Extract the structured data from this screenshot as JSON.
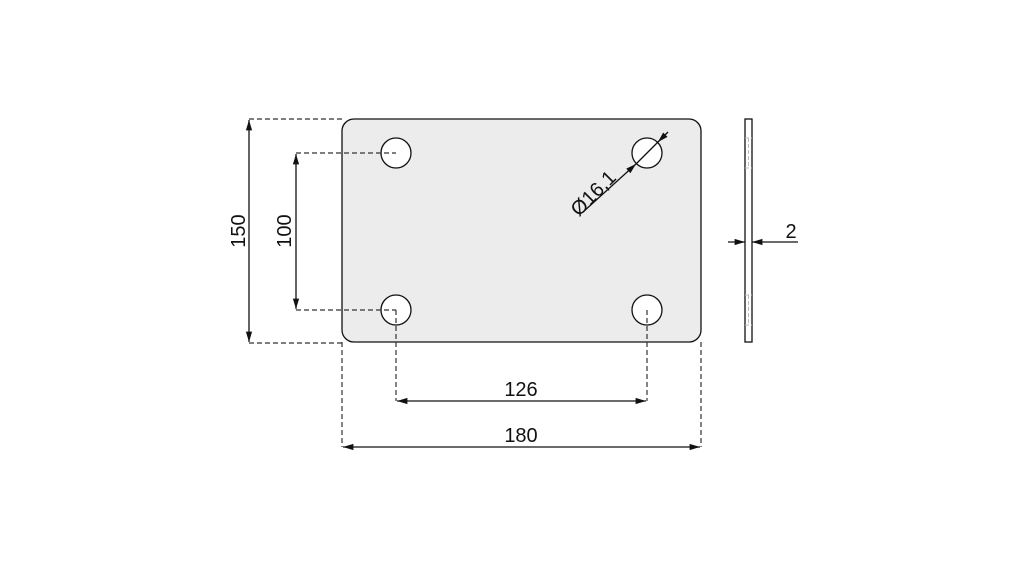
{
  "drawing": {
    "dimensions": {
      "overall_height": "150",
      "hole_spacing_vertical": "100",
      "hole_spacing_horizontal": "126",
      "overall_width": "180",
      "hole_diameter": "Ø16,1",
      "thickness": "2"
    },
    "colors": {
      "plate_fill": "#ececec",
      "line": "#111111"
    }
  }
}
